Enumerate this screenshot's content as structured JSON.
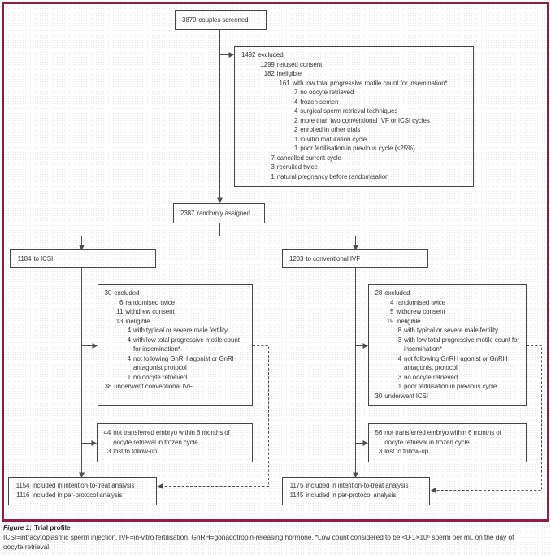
{
  "colors": {
    "frame_accent": "#8e1f42",
    "box_border": "#454545",
    "connector_line": "#4d4d4d",
    "text": "#383838"
  },
  "caption": {
    "label": "Figure 1:",
    "title": "Trial profile",
    "footnote": "ICSI=intracytoplasmic sperm injection. IVF=in-vitro fertilisation. GnRH=gonadotropin-releasing hormone. *Low count considered to be <0·1×10⁶ sperm per mL on the day of oocyte retrieval."
  },
  "boxes": {
    "screened": [
      {
        "n": "3879",
        "t": "couples screened",
        "l": 0
      }
    ],
    "excluded_all": [
      {
        "n": "1492",
        "t": "excluded",
        "l": 0
      },
      {
        "n": "1299",
        "t": "refused consent",
        "l": 1
      },
      {
        "n": "182",
        "t": "ineligible",
        "l": 1
      },
      {
        "n": "161",
        "t": "with low total progressive motile count for insemination*",
        "l": 2
      },
      {
        "n": "7",
        "t": "no oocyte retrieved",
        "l": 3
      },
      {
        "n": "4",
        "t": "frozen semen",
        "l": 3
      },
      {
        "n": "4",
        "t": "surgical sperm retrieval techniques",
        "l": 3
      },
      {
        "n": "2",
        "t": "more than two conventional IVF or ICSI cycles",
        "l": 3
      },
      {
        "n": "2",
        "t": "enrolled in other trials",
        "l": 3
      },
      {
        "n": "1",
        "t": "in-vitro maturation cycle",
        "l": 3
      },
      {
        "n": "1",
        "t": "poor fertilisation in previous cycle (≤25%)",
        "l": 3
      },
      {
        "n": "7",
        "t": "cancelled current cycle",
        "l": 1
      },
      {
        "n": "3",
        "t": "recruited twice",
        "l": 1
      },
      {
        "n": "1",
        "t": "natural pregnancy before randomisation",
        "l": 1
      }
    ],
    "randomised": [
      {
        "n": "2387",
        "t": "randomly assigned",
        "l": 0
      }
    ],
    "icsi_arm": [
      {
        "n": "1184",
        "t": "to ICSI",
        "l": 0
      }
    ],
    "ivf_arm": [
      {
        "n": "1203",
        "t": "to conventional IVF",
        "l": 0
      }
    ],
    "icsi_excluded": [
      {
        "n": "30",
        "t": "excluded",
        "l": 0
      },
      {
        "n": "6",
        "t": "randomised twice",
        "l": 1
      },
      {
        "n": "11",
        "t": "withdrew consent",
        "l": 1
      },
      {
        "n": "13",
        "t": "ineligible",
        "l": 1
      },
      {
        "n": "4",
        "t": "with typical or severe male fertility",
        "l": 2
      },
      {
        "n": "4",
        "t": "with low total progressive motile count for insemination*",
        "l": 2
      },
      {
        "n": "4",
        "t": "not following GnRH agonist or GnRH antagonist protocol",
        "l": 2
      },
      {
        "n": "1",
        "t": "no oocyte retrieved",
        "l": 2
      },
      {
        "n": "38",
        "t": "underwent conventional IVF",
        "l": 0
      }
    ],
    "ivf_excluded": [
      {
        "n": "28",
        "t": "excluded",
        "l": 0
      },
      {
        "n": "4",
        "t": "randomised twice",
        "l": 1
      },
      {
        "n": "5",
        "t": "withdrew consent",
        "l": 1
      },
      {
        "n": "19",
        "t": "ineligible",
        "l": 1
      },
      {
        "n": "8",
        "t": "with typical or severe male fertility",
        "l": 2
      },
      {
        "n": "3",
        "t": "with low total progressive motile count for insemination*",
        "l": 2
      },
      {
        "n": "4",
        "t": "not following GnRH agonist or GnRH antagonist protocol",
        "l": 2
      },
      {
        "n": "3",
        "t": "no oocyte retrieved",
        "l": 2
      },
      {
        "n": "1",
        "t": "poor fertilisation in previous cycle",
        "l": 2
      },
      {
        "n": "30",
        "t": "underwent ICSI",
        "l": 0
      }
    ],
    "icsi_frozen": [
      {
        "n": "44",
        "t": "not transferred embryo within 6 months of oocyte retrieval in frozen cycle",
        "l": 0
      },
      {
        "n": "3",
        "t": "lost to follow-up",
        "l": 0
      }
    ],
    "ivf_frozen": [
      {
        "n": "56",
        "t": "not transferred embryo within 6 months of oocyte retrieval in frozen cycle",
        "l": 0
      },
      {
        "n": "3",
        "t": "lost to follow-up",
        "l": 0
      }
    ],
    "icsi_analysis": [
      {
        "n": "1154",
        "t": "included in intention-to-treat analysis",
        "l": 0
      },
      {
        "n": "1116",
        "t": "included in per-protocol analysis",
        "l": 0
      }
    ],
    "ivf_analysis": [
      {
        "n": "1175",
        "t": "included in intention-to-treat analysis",
        "l": 0
      },
      {
        "n": "1145",
        "t": "included in per-protocol analysis",
        "l": 0
      }
    ]
  }
}
